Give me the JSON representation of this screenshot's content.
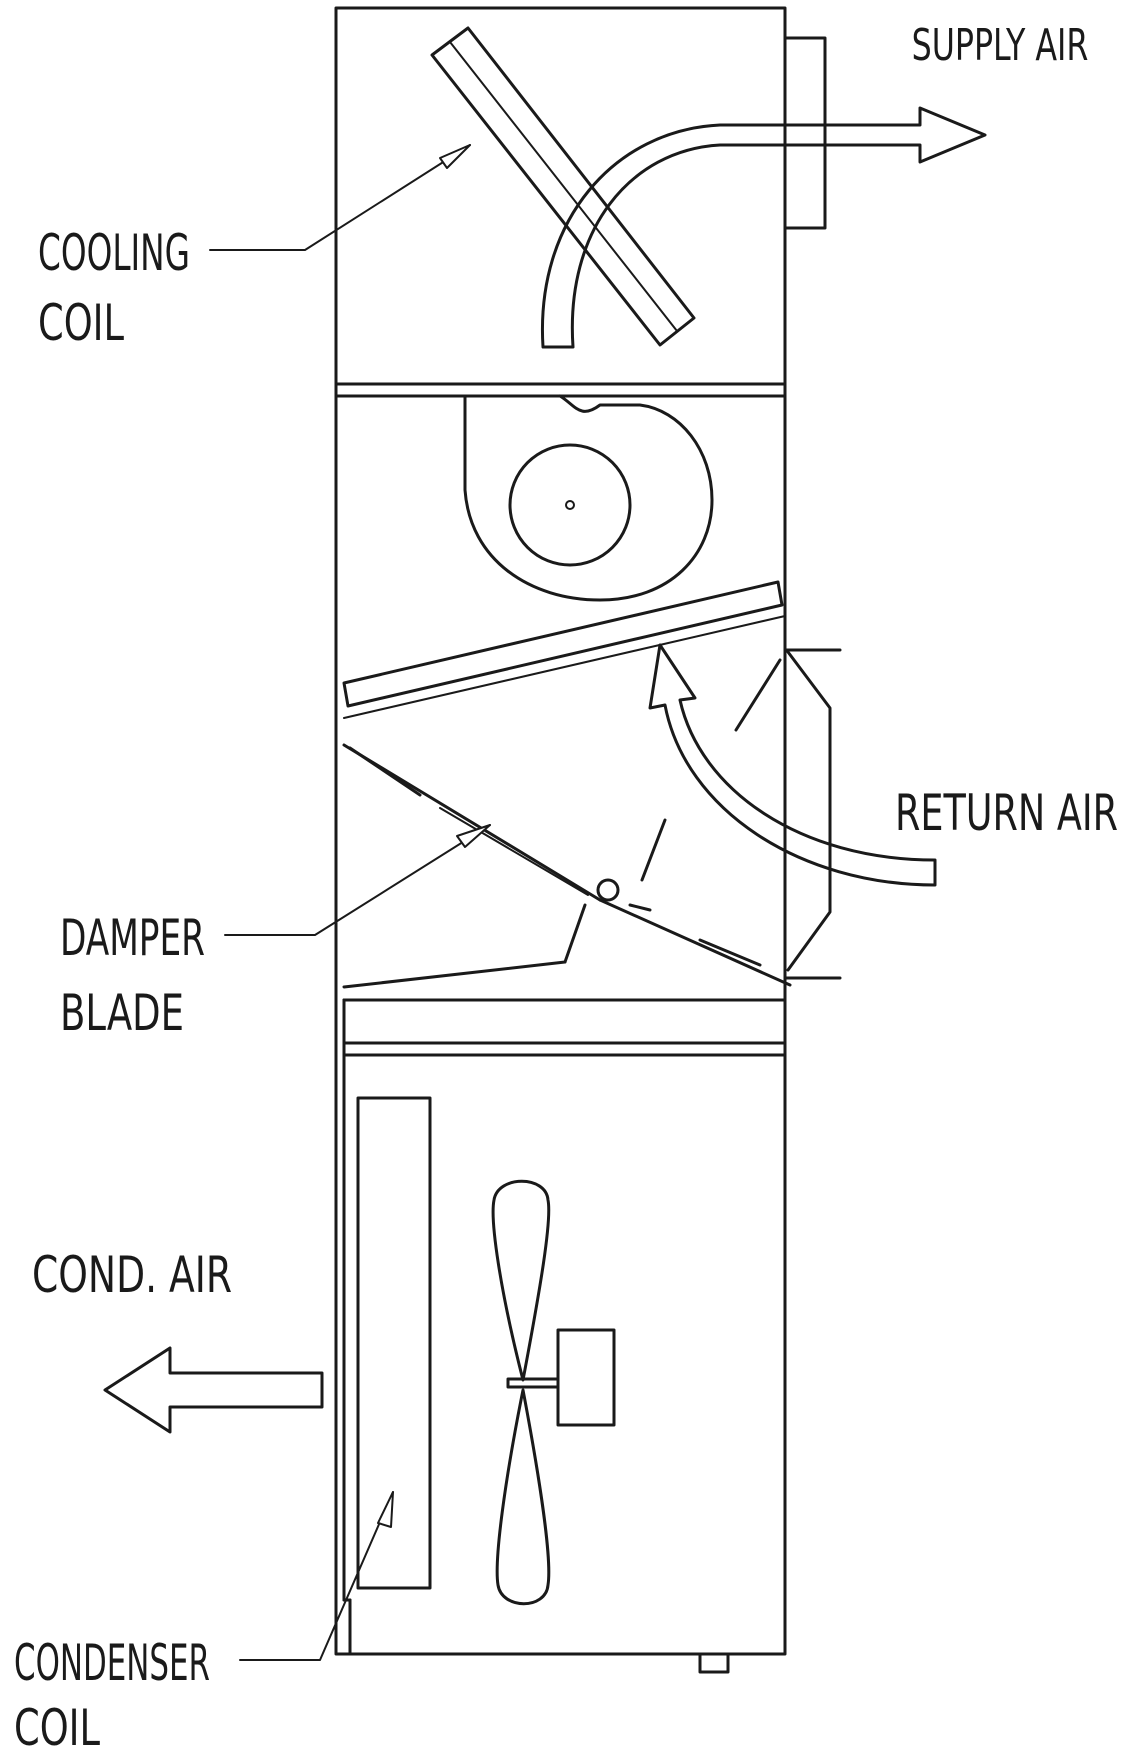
{
  "labels": {
    "supply_air": "SUPPLY AIR",
    "cooling_coil_line1": "COOLING",
    "cooling_coil_line2": "COIL",
    "return_air": "RETURN AIR",
    "damper_blade_line1": "DAMPER",
    "damper_blade_line2": "BLADE",
    "cond_air": "COND. AIR",
    "condenser_coil_line1": "CONDENSER",
    "condenser_coil_line2": "COIL"
  },
  "colors": {
    "line": "#1a1a1a",
    "background": "#ffffff"
  }
}
